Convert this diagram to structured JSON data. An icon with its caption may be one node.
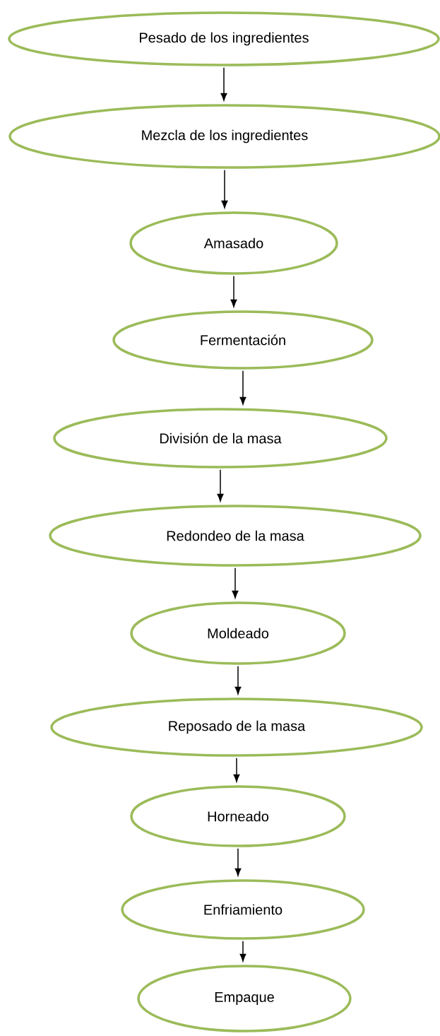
{
  "diagram": {
    "nodes": [
      {
        "text": [
          "Pesado de los ingredientes"
        ]
      },
      {
        "text": [
          "Mezcla de los ingredientes"
        ]
      },
      {
        "text": [
          "Amasado"
        ]
      },
      {
        "text": [
          "Fermentación"
        ]
      },
      {
        "text": [
          "División de la masa"
        ]
      },
      {
        "text": [
          "Redondeo de la masa"
        ]
      },
      {
        "text": [
          "Moldeado"
        ]
      },
      {
        "text": [
          "Reposado de la masa"
        ]
      },
      {
        "text": [
          "Horneado"
        ]
      },
      {
        "text": [
          "Enfriamiento"
        ]
      },
      {
        "text": [
          "Empaque"
        ]
      }
    ],
    "edges": [
      {
        "from": 0,
        "to": 1,
        "arrow": "to"
      },
      {
        "from": 1,
        "to": 2,
        "arrow": "to"
      },
      {
        "from": 2,
        "to": 3,
        "arrow": "to"
      },
      {
        "from": 3,
        "to": 4,
        "arrow": "to"
      },
      {
        "from": 4,
        "to": 5,
        "arrow": "to"
      },
      {
        "from": 5,
        "to": 6,
        "arrow": "to"
      },
      {
        "from": 6,
        "to": 7,
        "arrow": "to"
      },
      {
        "from": 7,
        "to": 8,
        "arrow": "to"
      },
      {
        "from": 8,
        "to": 9,
        "arrow": "to"
      },
      {
        "from": 9,
        "to": 10,
        "arrow": "to"
      }
    ]
  }
}
